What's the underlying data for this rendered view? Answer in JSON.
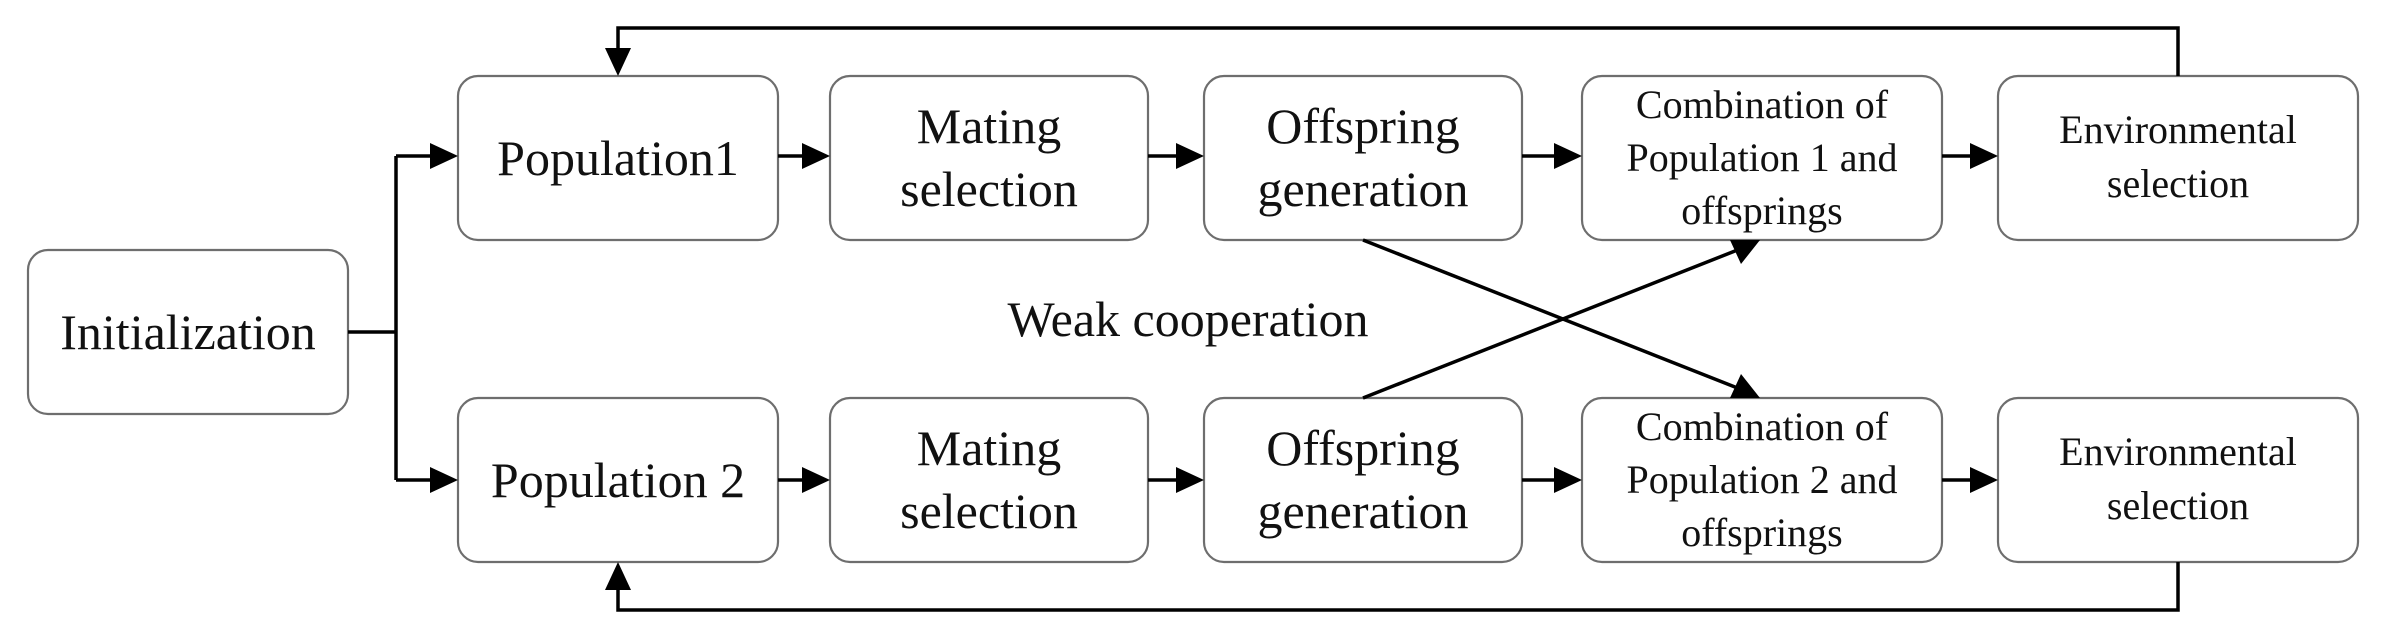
{
  "diagram": {
    "initialization": "Initialization",
    "top_row": {
      "population": "Population1",
      "mating_selection": [
        "Mating",
        "selection"
      ],
      "offspring_generation": [
        "Offspring",
        "generation"
      ],
      "combination": [
        "Combination of",
        "Population 1 and",
        "offsprings"
      ],
      "environmental_selection": [
        "Environmental",
        "selection"
      ]
    },
    "bottom_row": {
      "population": "Population 2",
      "mating_selection": [
        "Mating",
        "selection"
      ],
      "offspring_generation": [
        "Offspring",
        "generation"
      ],
      "combination": [
        "Combination of",
        "Population 2 and",
        "offsprings"
      ],
      "environmental_selection": [
        "Environmental",
        "selection"
      ]
    },
    "cooperation_label": "Weak cooperation"
  }
}
